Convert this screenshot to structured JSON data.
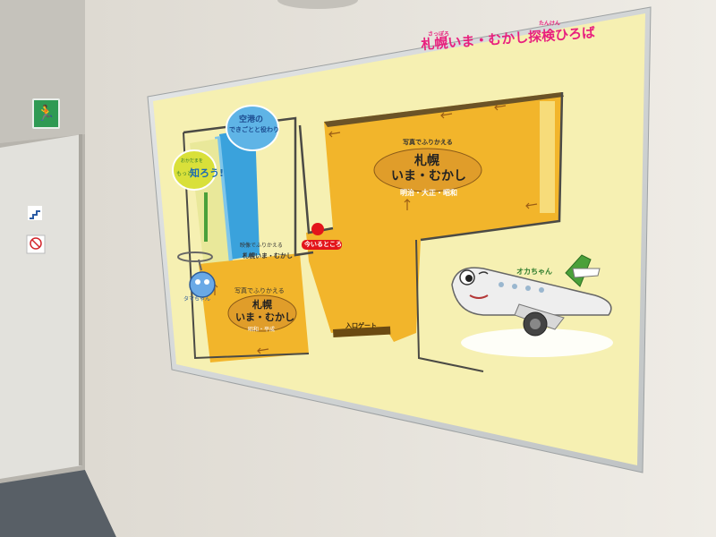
{
  "sign": {
    "title": "札幌いま・むかし探検ひろば",
    "ruby_sapporo": "さっぽろ",
    "ruby_tanken": "たんけん"
  },
  "map": {
    "bubble_blue": [
      "空港の",
      "できごとと役わり"
    ],
    "bubble_green": [
      "おかだまを",
      "もっと",
      "知ろう!"
    ],
    "zone_main": {
      "caption": "写真でふりかえる",
      "title_line1": "札幌",
      "title_line2": "いま・むかし",
      "era": "明治・大正・昭和"
    },
    "zone_small": {
      "caption": "映像でふりかえる",
      "title": "札幌いま・むかし"
    },
    "zone_left": {
      "caption": "写真でふりかえる",
      "title_line1": "札幌",
      "title_line2": "いま・むかし",
      "era": "昭和・平成"
    },
    "current_location": "今いるところ",
    "entrance": "入口ゲート",
    "character_left": "タマちゃん",
    "character_right": "オカちゃん"
  },
  "colors": {
    "board_bg": "#f6f0b2",
    "zone_orange": "#f2b52b",
    "zone_dark": "#e0a01d",
    "zone_blue": "#3aa2dc",
    "frame": "#d7dad9",
    "title_pink": "#e8207e",
    "marker_red": "#e3151b"
  },
  "icons": [
    "exit-sign-icon",
    "stairs-icon",
    "no-smoking-icon",
    "red-location-marker-icon",
    "direction-arrow-icon"
  ]
}
